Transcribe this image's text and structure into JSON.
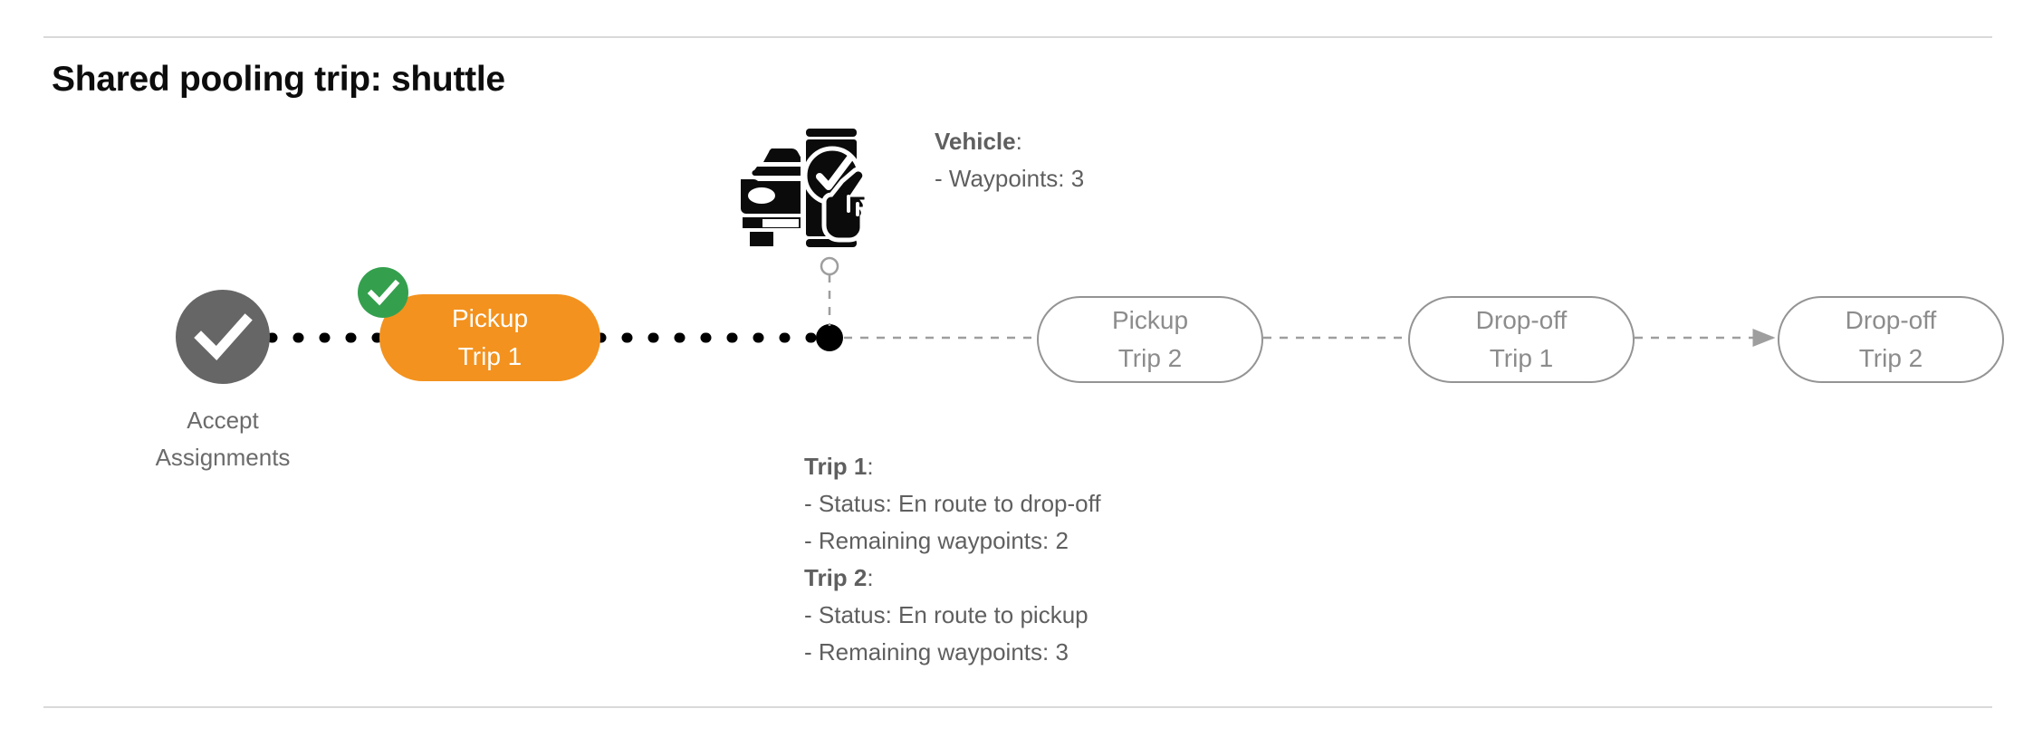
{
  "page": {
    "title": "Shared pooling trip: shuttle"
  },
  "colors": {
    "active_node": "#F3921E",
    "completed_node": "#666666",
    "badge_green": "#34A04E",
    "pending_border": "#949494",
    "pending_text": "#8C8C8C",
    "body_text": "#5F5F5F",
    "divider": "#D9D9D9",
    "active_path": "#000000",
    "pending_path": "#9E9E9E"
  },
  "flow": {
    "start": {
      "icon": "check-circle-icon",
      "label_line1": "Accept",
      "label_line2": "Assignments",
      "state": "completed"
    },
    "nodes": [
      {
        "line1": "Pickup",
        "line2": "Trip 1",
        "state": "active",
        "badge": "check-badge"
      },
      {
        "line1": "Pickup",
        "line2": "Trip 2",
        "state": "pending"
      },
      {
        "line1": "Drop-off",
        "line2": "Trip 1",
        "state": "pending"
      },
      {
        "line1": "Drop-off",
        "line2": "Trip 2",
        "state": "pending"
      }
    ]
  },
  "vehicle": {
    "icon": "vehicle-app-check-icon",
    "marker_icon": "waypoint-marker-icon",
    "heading": "Vehicle",
    "heading_suffix": ":",
    "details": [
      "- Waypoints: 3"
    ]
  },
  "trips": [
    {
      "heading": "Trip 1",
      "heading_suffix": ":",
      "status_line": "- Status:  En route to drop-off",
      "waypoints_line": "- Remaining waypoints: 2"
    },
    {
      "heading": "Trip 2",
      "heading_suffix": ":",
      "status_line": "- Status:  En route to pickup",
      "waypoints_line": "- Remaining waypoints: 3"
    }
  ]
}
